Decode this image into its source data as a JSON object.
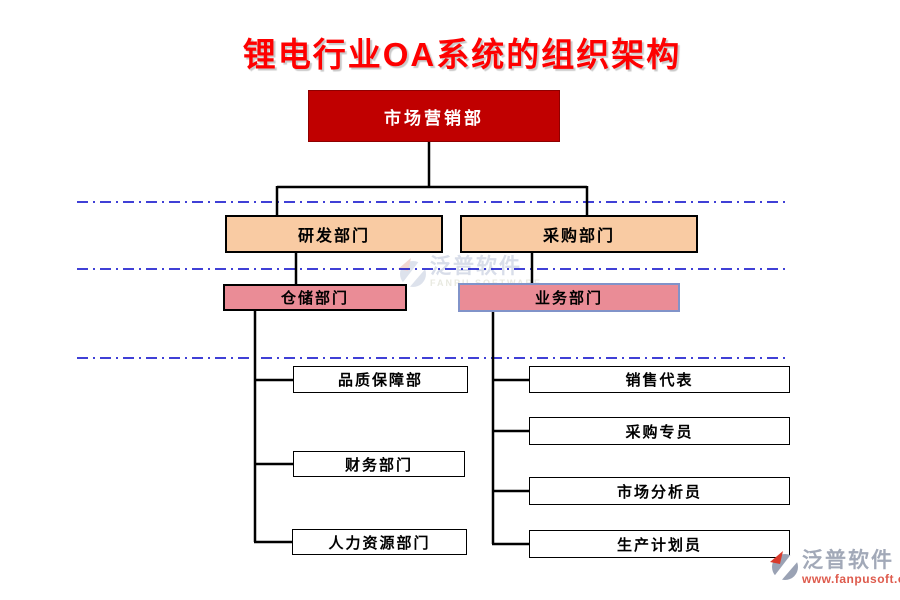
{
  "title": "锂电行业OA系统的组织架构",
  "org": {
    "root": {
      "label": "市场营销部"
    },
    "level2": [
      {
        "label": "研发部门"
      },
      {
        "label": "采购部门"
      }
    ],
    "level3": [
      {
        "label": "仓储部门"
      },
      {
        "label": "业务部门"
      }
    ],
    "warehouse_children": [
      "品质保障部",
      "财务部门",
      "人力资源部门"
    ],
    "business_children": [
      "销售代表",
      "采购专员",
      "市场分析员",
      "生产计划员"
    ]
  },
  "watermark_center": {
    "brand": "泛普软件",
    "brand_sub": "FANPU SOFTWARE"
  },
  "watermark_corner": {
    "brand": "泛普软件",
    "url": "www.fanpusoft.com"
  },
  "colors": {
    "title_red": "#fe0000",
    "root_fill": "#c00000",
    "root_text": "#ffffff",
    "level2_fill": "#f9cba3",
    "level3_fill": "#ea8c96",
    "business_border_blue": "#8193c9",
    "connector_black": "#000000",
    "separator_blue": "#0000c8",
    "watermark_gray": "#a2a9b8",
    "watermark_url_red": "#de5b4d"
  }
}
